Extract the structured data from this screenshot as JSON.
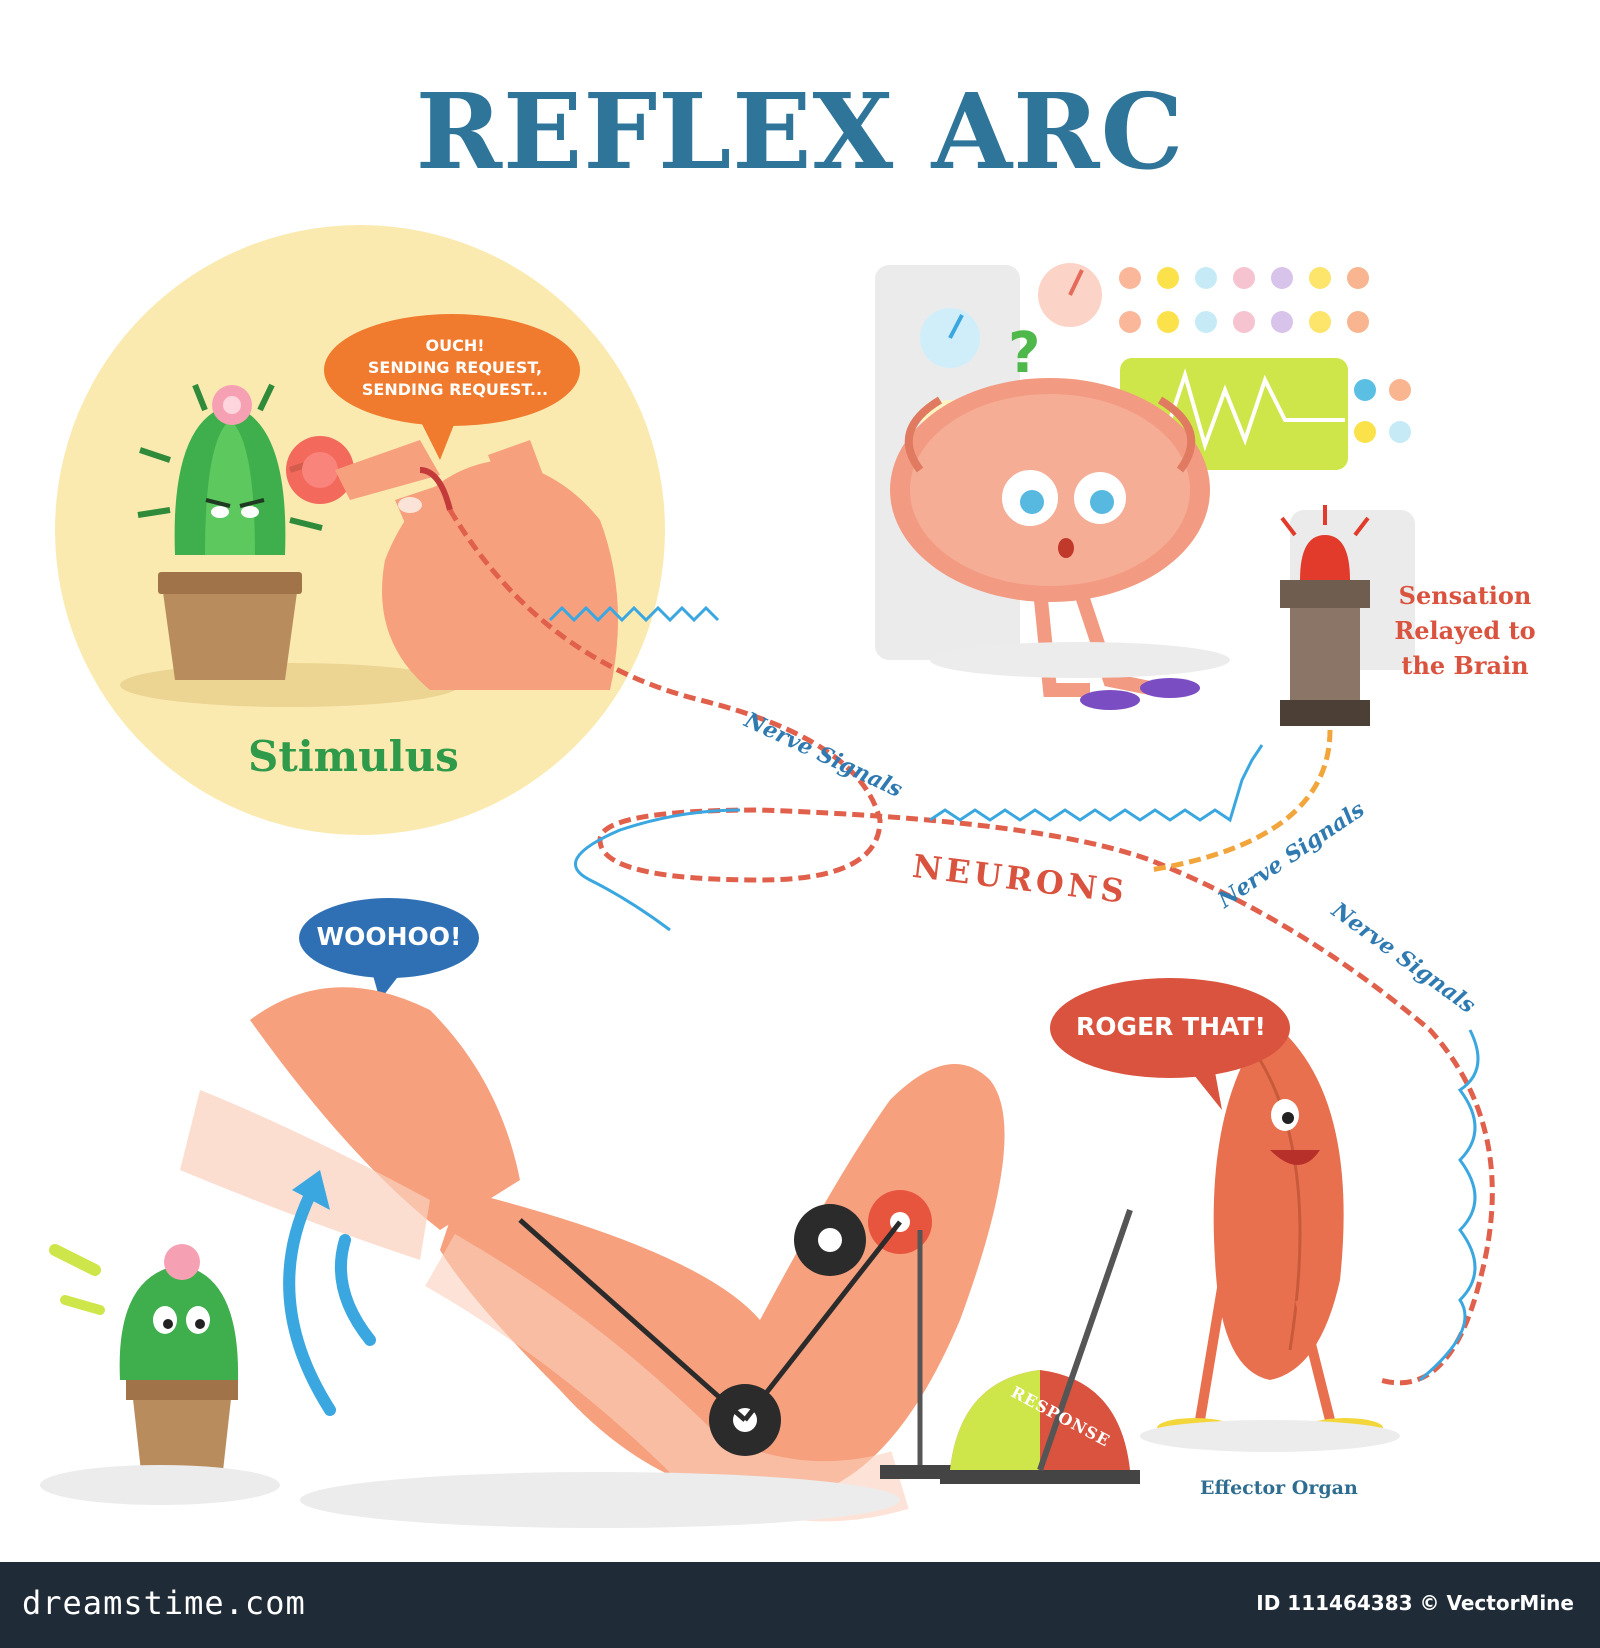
{
  "title": "REFLEX ARC",
  "labels": {
    "stimulus": "Stimulus",
    "sensation": [
      "Sensation",
      "Relayed to",
      "the Brain"
    ],
    "neurons": "NEURONS",
    "nerve_signals": "Nerve Signals",
    "effector": "Effector Organ",
    "response": "RESPONSE"
  },
  "bubbles": {
    "ouch": [
      "OUCH!",
      "SENDING REQUEST,",
      "SENDING REQUEST..."
    ],
    "woohoo": "WOOHOO!",
    "roger": "ROGER THAT!"
  },
  "footer": {
    "brand": "dreamstime.com",
    "credit": "ID 111464383 © VectorMine"
  },
  "colors": {
    "title": "#2f7599",
    "stimulus": "#2e9a4a",
    "accent_red": "#d9533f",
    "nerve_blue": "#2f7ab1",
    "footer_bg": "#1f2b36"
  }
}
